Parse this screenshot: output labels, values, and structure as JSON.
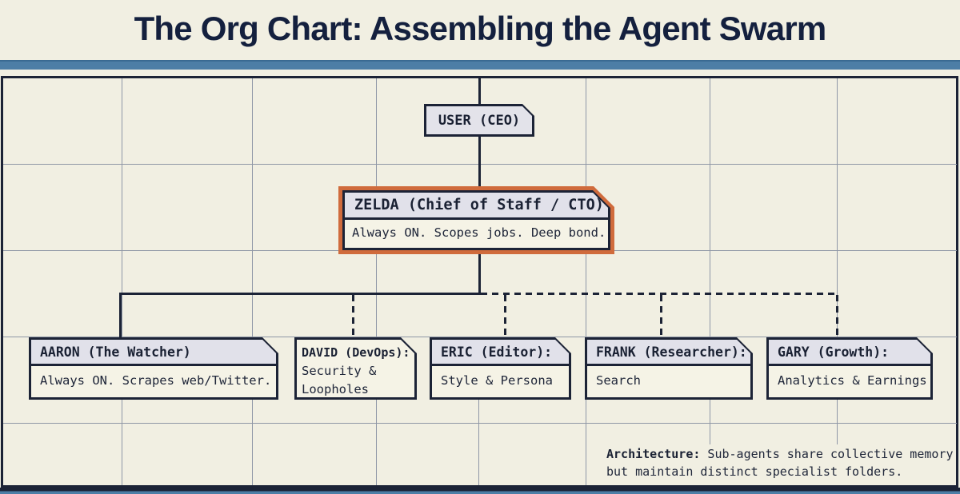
{
  "title": "The Org Chart: Assembling the Agent Swarm",
  "colors": {
    "background_cream": "#f1efe2",
    "ink_navy": "#1c2336",
    "header_fill": "#e1e1ea",
    "highlight_orange": "#d06b3c",
    "accent_bar_blue": "#4d7ea6"
  },
  "nodes": {
    "user": {
      "label": "USER (CEO)"
    },
    "zelda": {
      "title": "ZELDA (Chief of Staff / CTO)",
      "description": "Always ON. Scopes jobs. Deep bond.",
      "highlighted": true,
      "link_style": "solid"
    },
    "aaron": {
      "title": "AARON (The Watcher)",
      "description": "Always ON. Scrapes web/Twitter.",
      "link_style": "solid"
    },
    "david": {
      "title": "DAVID (DevOps):",
      "description_lines": [
        "Security &",
        "Loopholes"
      ],
      "link_style": "dashed"
    },
    "eric": {
      "title": "ERIC (Editor):",
      "description": "Style & Persona",
      "link_style": "dashed"
    },
    "frank": {
      "title": "FRANK (Researcher):",
      "description": "Search",
      "link_style": "dashed"
    },
    "gary": {
      "title": "GARY (Growth):",
      "description": "Analytics & Earnings",
      "link_style": "dashed"
    }
  },
  "note": {
    "label": "Architecture:",
    "line1_rest": " Sub-agents share collective memory",
    "line2": "but maintain distinct specialist folders."
  }
}
